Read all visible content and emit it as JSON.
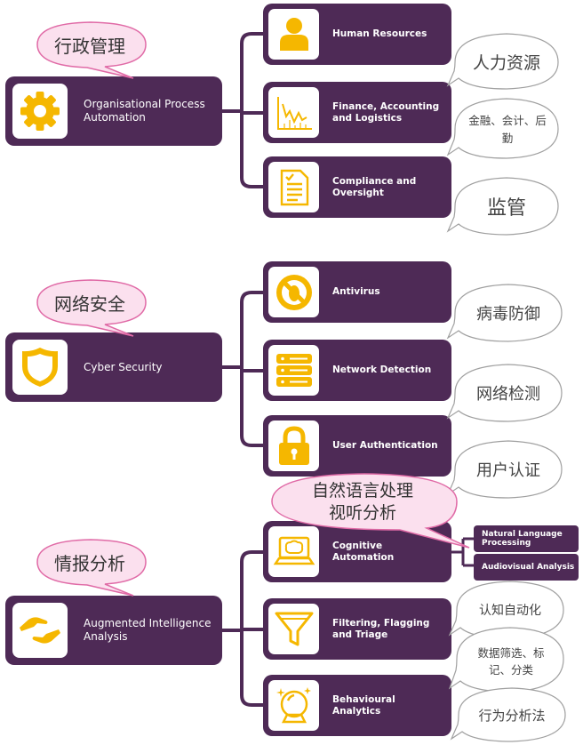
{
  "groups": [
    {
      "label": "Organisational Process Automation",
      "icon": "gear-icon",
      "callout": "行政管理",
      "items": [
        {
          "label": "Human Resources",
          "icon": "person-icon",
          "note": "人力资源"
        },
        {
          "label": "Finance, Accounting and Logistics",
          "icon": "line-chart-icon",
          "note": "金融、会计、后勤"
        },
        {
          "label": "Compliance and Oversight",
          "icon": "document-check-icon",
          "note": "监管"
        }
      ]
    },
    {
      "label": "Cyber Security",
      "icon": "shield-icon",
      "callout": "网络安全",
      "items": [
        {
          "label": "Antivirus",
          "icon": "no-bug-icon",
          "note": "病毒防御"
        },
        {
          "label": "Network Detection",
          "icon": "server-icon",
          "note": "网络检测"
        },
        {
          "label": "User Authentication",
          "icon": "padlock-icon",
          "note": "用户认证"
        }
      ]
    },
    {
      "label": "Augmented Intelligence Analysis",
      "icon": "hands-icon",
      "callout": "情报分析",
      "items": [
        {
          "label": "Cognitive Automation",
          "icon": "laptop-brain-icon",
          "note": "认知自动化"
        },
        {
          "label": "Filtering, Flagging and Triage",
          "icon": "funnel-icon",
          "note": "数据筛选、标记、分类"
        },
        {
          "label": "Behavioural Analytics",
          "icon": "crystal-ball-icon",
          "note": "行为分析法"
        }
      ]
    }
  ],
  "cognitive_subitems": [
    "Natural Language Processing",
    "Audiovisual Analysis"
  ],
  "cognitive_callout": [
    "自然语言处理",
    "视听分析"
  ],
  "colors": {
    "box": "#4e2a56",
    "icon": "#f5b700",
    "callout_fill": "#fbe0ee",
    "callout_stroke": "#e06aa6"
  }
}
